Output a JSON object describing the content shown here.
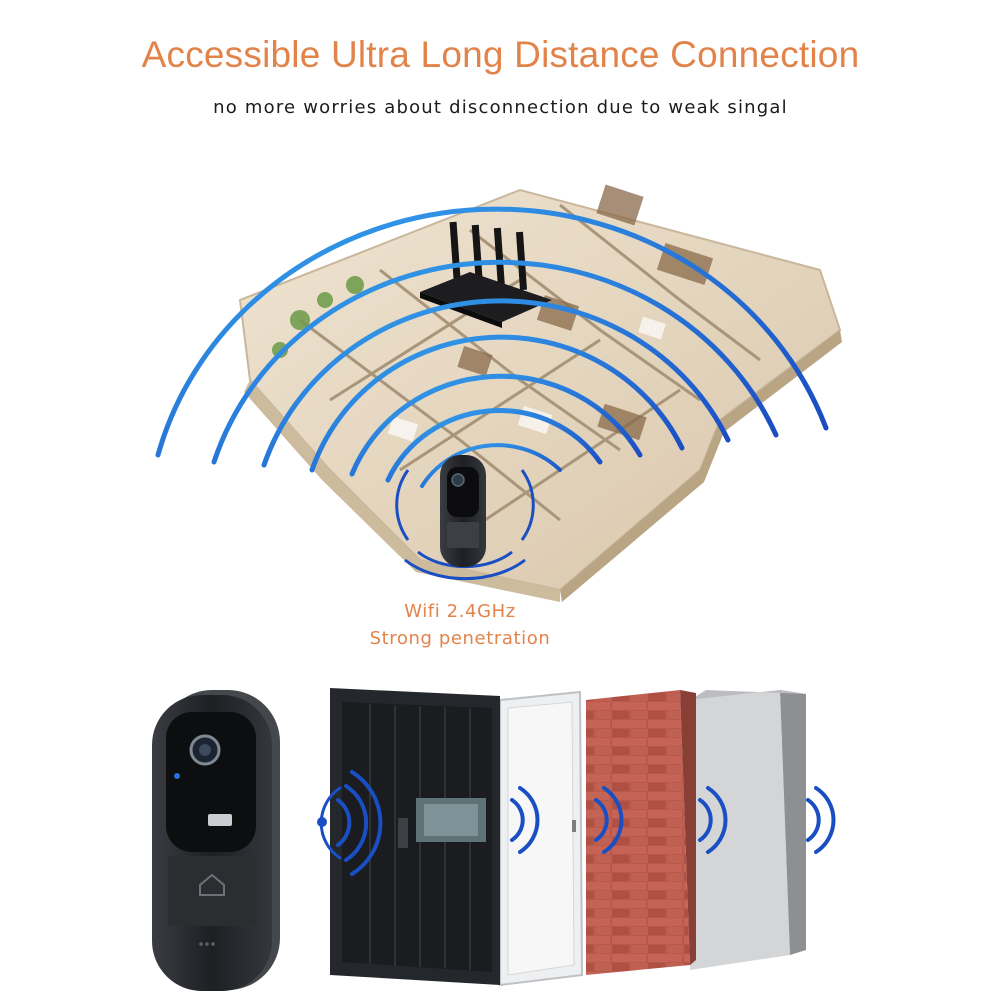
{
  "header": {
    "title": "Accessible Ultra Long Distance Connection",
    "subtitle": "no more worries about disconnection due to weak singal"
  },
  "caption": {
    "line1": "Wifi 2.4GHz",
    "line2": "Strong penetration"
  },
  "colors": {
    "title_orange": "#e2834a",
    "wave_blue_light": "#2f9be8",
    "wave_blue_dark": "#1a4fc4",
    "device_dark": "#2a2c30",
    "door_black": "#1f2226",
    "wall_white": "#e7e8ea",
    "wall_brick": "#b45a4e",
    "wall_concrete": "#c9cacc"
  },
  "icons": {
    "router": "wifi-router-icon",
    "doorbell": "video-doorbell-icon",
    "bell": "bell-icon",
    "signal": "signal-waves-icon"
  }
}
